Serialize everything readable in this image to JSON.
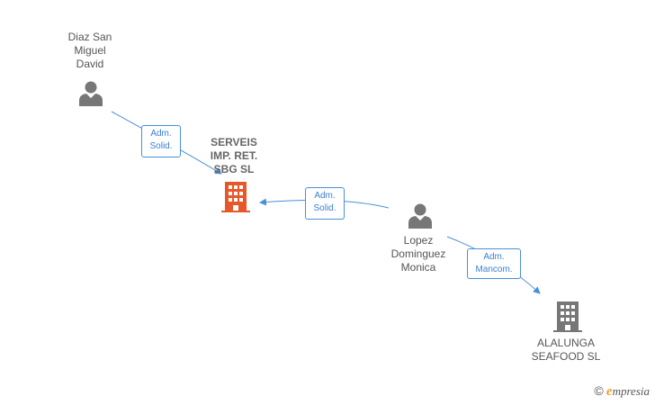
{
  "nodes": {
    "diaz": {
      "label": "Diaz San\nMiguel\nDavid",
      "type": "person"
    },
    "serveis": {
      "label": "SERVEIS\nIMP. RET.\nSBG  SL",
      "type": "company",
      "color": "#e8572a"
    },
    "lopez": {
      "label": "Lopez\nDominguez\nMonica",
      "type": "person"
    },
    "alalunga": {
      "label": "ALALUNGA\nSEAFOOD SL",
      "type": "company",
      "color": "#777777"
    }
  },
  "edges": [
    {
      "from": "diaz",
      "to": "serveis",
      "line1": "Adm.",
      "line2": "Solid."
    },
    {
      "from": "lopez",
      "to": "serveis",
      "line1": "Adm.",
      "line2": "Solid."
    },
    {
      "from": "lopez",
      "to": "alalunga",
      "line1": "Adm.",
      "line2": "Mancom."
    }
  ],
  "brand": {
    "copyright": "©",
    "initial": "e",
    "name": "mpresia"
  },
  "colors": {
    "edge": "#4a8fd8",
    "person": "#777777"
  }
}
